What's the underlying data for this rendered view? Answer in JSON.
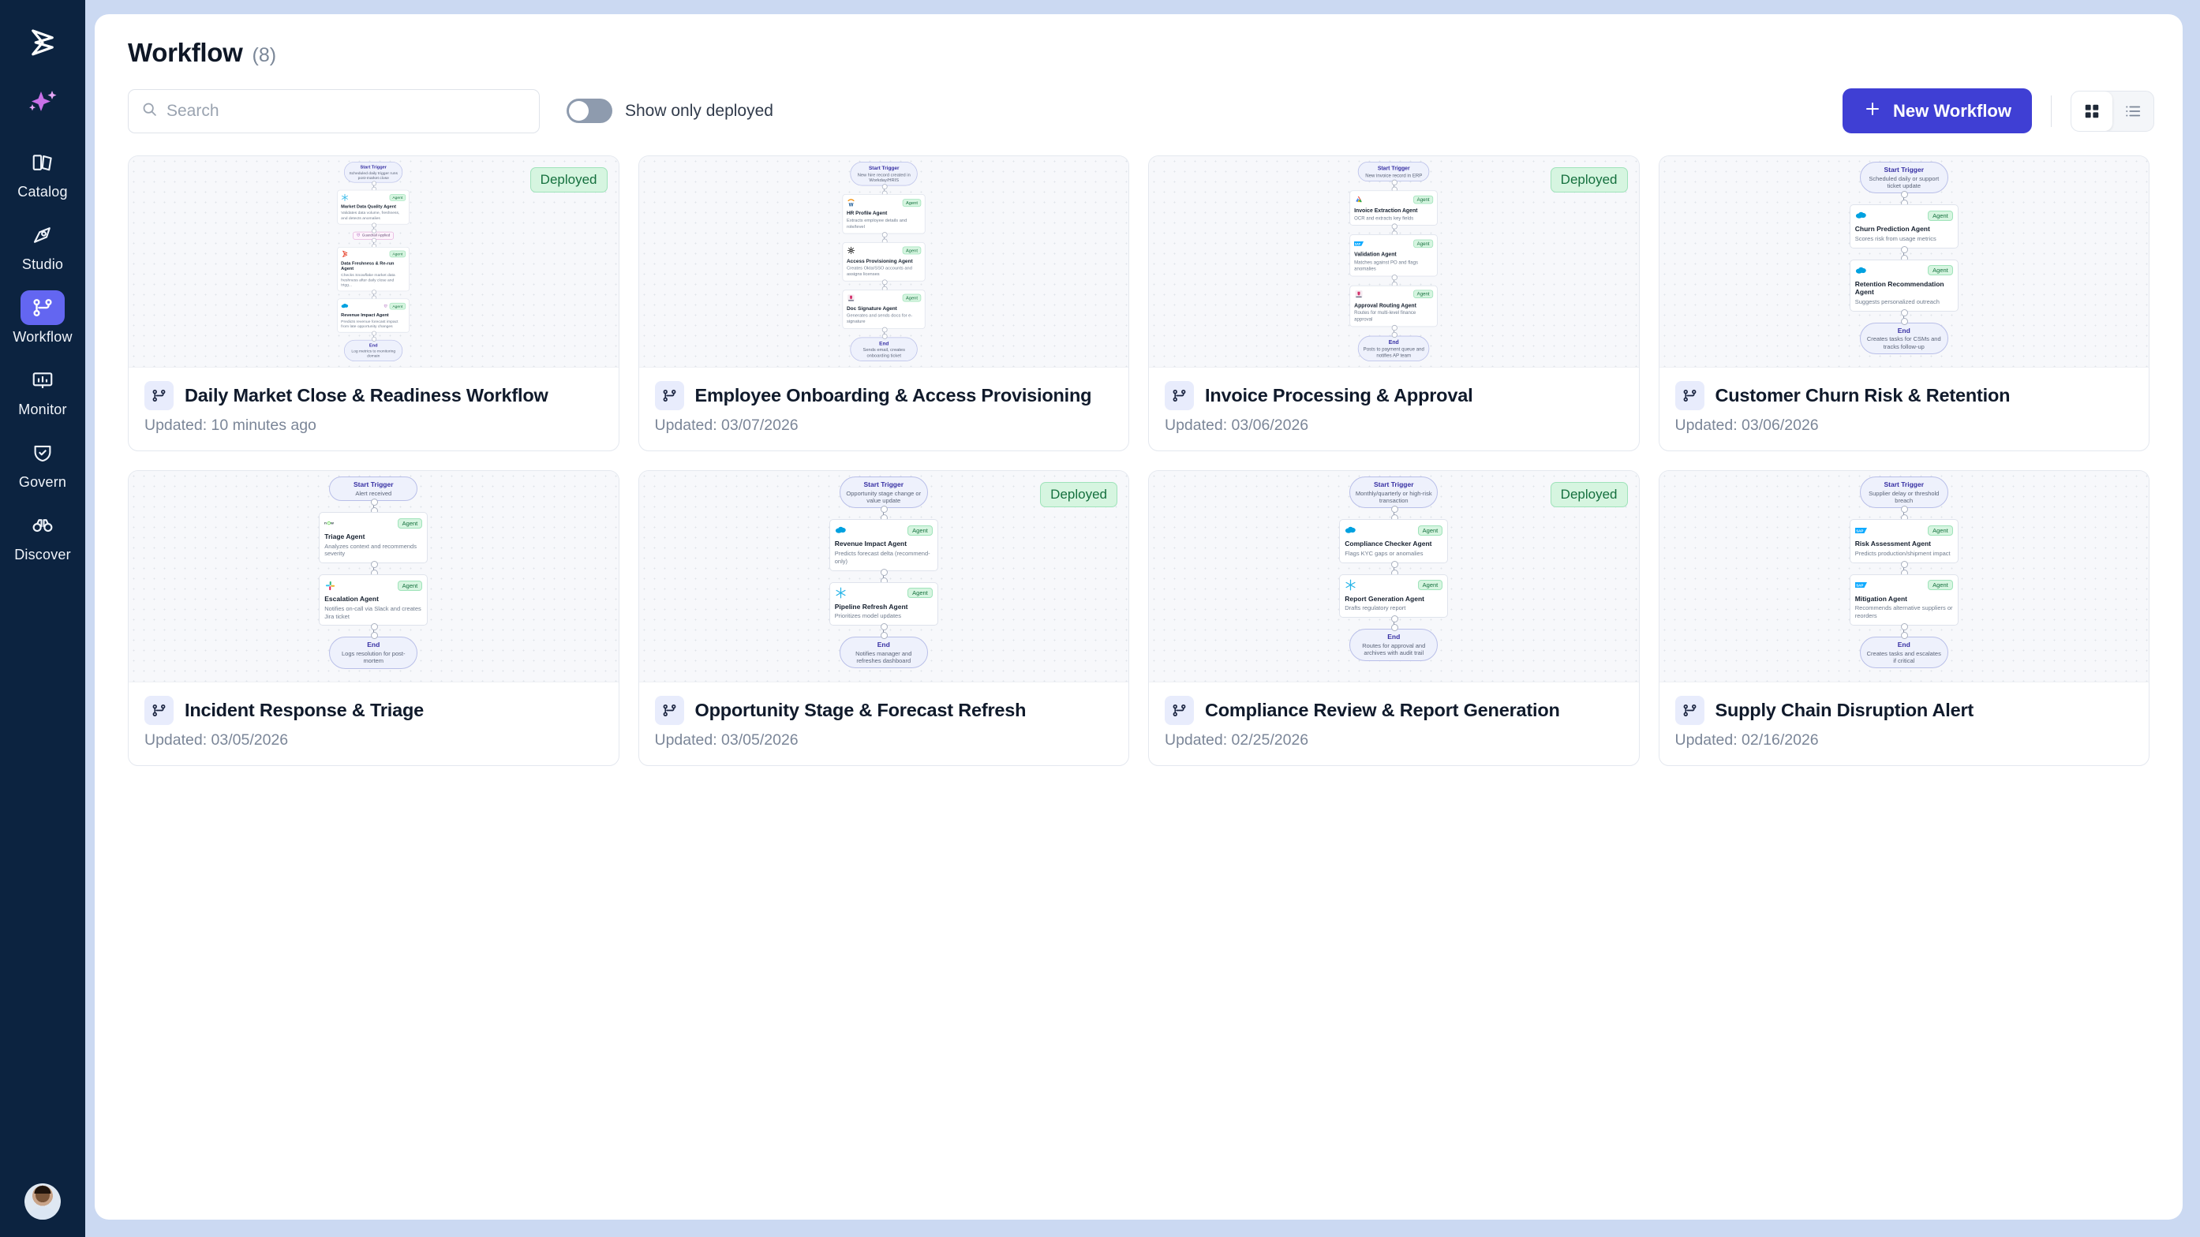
{
  "sidebar": {
    "logo_icon": "brand-logo-icon",
    "spark_icon": "ai-sparkle-icon",
    "items": [
      {
        "label": "Catalog",
        "icon": "catalog-book-icon",
        "active": false
      },
      {
        "label": "Studio",
        "icon": "pen-nib-icon",
        "active": false
      },
      {
        "label": "Workflow",
        "icon": "workflow-nodes-icon",
        "active": true
      },
      {
        "label": "Monitor",
        "icon": "monitor-chart-icon",
        "active": false
      },
      {
        "label": "Govern",
        "icon": "shield-check-icon",
        "active": false
      },
      {
        "label": "Discover",
        "icon": "binoculars-icon",
        "active": false
      }
    ],
    "avatar_name": "user-avatar"
  },
  "header": {
    "title": "Workflow",
    "count": "(8)"
  },
  "toolbar": {
    "search_placeholder": "Search",
    "search_value": "",
    "search_icon": "search-icon",
    "toggle_label": "Show only deployed",
    "toggle_on": false,
    "new_workflow_label": "New Workflow",
    "plus_icon": "plus-icon",
    "grid_view_icon": "grid-view-icon",
    "list_view_icon": "list-view-icon",
    "active_view": "grid",
    "accent_color": "#3f3fd4"
  },
  "labels": {
    "deployed": "Deployed",
    "agent_pill": "Agent",
    "guardrail": "Guardrail Applied",
    "start_trigger": "Start Trigger",
    "end": "End"
  },
  "cards": [
    {
      "title": "Daily Market Close & Readiness Workflow",
      "updated": "Updated: 10 minutes ago",
      "deployed": true,
      "start": {
        "title": "Start Trigger",
        "sub": "Scheduled daily trigger runs post-market close"
      },
      "steps": [
        {
          "title": "Market Data Quality Agent",
          "sub": "Validates data volume, freshness, and detects anomalies",
          "glyph": "snowflake-icon",
          "pill": "Agent",
          "guardrail_after": true
        },
        {
          "title": "Data Freshness & Re-run Agent",
          "sub": "Checks Snowflake market data freshness after daily close and trigg...",
          "glyph": "brand-logo-icon",
          "pill": "Agent"
        },
        {
          "title": "Revenue Impact Agent",
          "sub": "Predicts revenue forecast impact from late opportunity changes",
          "glyph": "salesforce-cloud-icon",
          "pill": "Agent",
          "shield": true
        }
      ],
      "end": {
        "title": "End",
        "sub": "Log metrics to monitoring domain"
      }
    },
    {
      "title": "Employee Onboarding & Access Provisioning",
      "updated": "Updated: 03/07/2026",
      "deployed": false,
      "start": {
        "title": "Start Trigger",
        "sub": "New hire record created in Workday/HRIS"
      },
      "steps": [
        {
          "title": "HR Profile Agent",
          "sub": "Extracts employee details and role/level",
          "glyph": "workday-w-icon",
          "pill": "Agent"
        },
        {
          "title": "Access Provisioning Agent",
          "sub": "Creates Okta/SSO accounts and assigns licenses",
          "glyph": "okta-icon",
          "pill": "Agent"
        },
        {
          "title": "Doc Signature Agent",
          "sub": "Generates and sends docs for e-signature",
          "glyph": "docusign-icon",
          "pill": "Agent"
        }
      ],
      "end": {
        "title": "End",
        "sub": "Sends email, creates onboarding ticket"
      }
    },
    {
      "title": "Invoice Processing & Approval",
      "updated": "Updated: 03/06/2026",
      "deployed": true,
      "start": {
        "title": "Start Trigger",
        "sub": "New invoice record in ERP"
      },
      "steps": [
        {
          "title": "Invoice Extraction Agent",
          "sub": "OCR and extracts key fields",
          "glyph": "google-cloud-icon",
          "pill": "Agent"
        },
        {
          "title": "Validation Agent",
          "sub": "Matches against PO and flags anomalies",
          "glyph": "sap-icon",
          "pill": "Agent"
        },
        {
          "title": "Approval Routing Agent",
          "sub": "Routes for multi-level finance approval",
          "glyph": "docusign-icon",
          "pill": "Agent"
        }
      ],
      "end": {
        "title": "End",
        "sub": "Posts to payment queue and notifies AP team"
      }
    },
    {
      "title": "Customer Churn Risk & Retention",
      "updated": "Updated: 03/06/2026",
      "deployed": false,
      "start": {
        "title": "Start Trigger",
        "sub": "Scheduled daily or support ticket update"
      },
      "steps": [
        {
          "title": "Churn Prediction Agent",
          "sub": "Scores risk from usage metrics",
          "glyph": "salesforce-cloud-icon",
          "pill": "Agent"
        },
        {
          "title": "Retention Recommendation Agent",
          "sub": "Suggests personalized outreach",
          "glyph": "salesforce-cloud-icon",
          "pill": "Agent"
        }
      ],
      "end": {
        "title": "End",
        "sub": "Creates tasks for CSMs and tracks follow-up"
      }
    },
    {
      "title": "Incident Response & Triage",
      "updated": "Updated: 03/05/2026",
      "deployed": false,
      "start": {
        "title": "Start Trigger",
        "sub": "Alert received"
      },
      "steps": [
        {
          "title": "Triage Agent",
          "sub": "Analyzes context and recommends severity",
          "glyph": "servicenow-now-icon",
          "pill": "Agent"
        },
        {
          "title": "Escalation Agent",
          "sub": "Notifies on-call via Slack and creates Jira ticket",
          "glyph": "slack-icon",
          "pill": "Agent"
        }
      ],
      "end": {
        "title": "End",
        "sub": "Logs resolution for post-mortem"
      }
    },
    {
      "title": "Opportunity Stage & Forecast Refresh",
      "updated": "Updated: 03/05/2026",
      "deployed": true,
      "start": {
        "title": "Start Trigger",
        "sub": "Opportunity stage change or value update"
      },
      "steps": [
        {
          "title": "Revenue Impact Agent",
          "sub": "Predicts forecast delta (recommend-only)",
          "glyph": "salesforce-cloud-icon",
          "pill": "Agent"
        },
        {
          "title": "Pipeline Refresh Agent",
          "sub": "Prioritizes model updates",
          "glyph": "snowflake-icon",
          "pill": "Agent"
        }
      ],
      "end": {
        "title": "End",
        "sub": "Notifies manager and refreshes dashboard"
      }
    },
    {
      "title": "Compliance Review & Report Generation",
      "updated": "Updated: 02/25/2026",
      "deployed": true,
      "start": {
        "title": "Start Trigger",
        "sub": "Monthly/quarterly or high-risk transaction"
      },
      "steps": [
        {
          "title": "Compliance Checker Agent",
          "sub": "Flags KYC gaps or anomalies",
          "glyph": "salesforce-cloud-icon",
          "pill": "Agent"
        },
        {
          "title": "Report Generation Agent",
          "sub": "Drafts regulatory report",
          "glyph": "snowflake-icon",
          "pill": "Agent"
        }
      ],
      "end": {
        "title": "End",
        "sub": "Routes for approval and archives with audit trail"
      }
    },
    {
      "title": "Supply Chain Disruption Alert",
      "updated": "Updated: 02/16/2026",
      "deployed": false,
      "start": {
        "title": "Start Trigger",
        "sub": "Supplier delay or threshold breach"
      },
      "steps": [
        {
          "title": "Risk Assessment Agent",
          "sub": "Predicts production/shipment impact",
          "glyph": "sap-icon",
          "pill": "Agent"
        },
        {
          "title": "Mitigation Agent",
          "sub": "Recommends alternative suppliers or reorders",
          "glyph": "sap-icon",
          "pill": "Agent"
        }
      ],
      "end": {
        "title": "End",
        "sub": "Creates tasks and escalates if critical"
      }
    }
  ]
}
